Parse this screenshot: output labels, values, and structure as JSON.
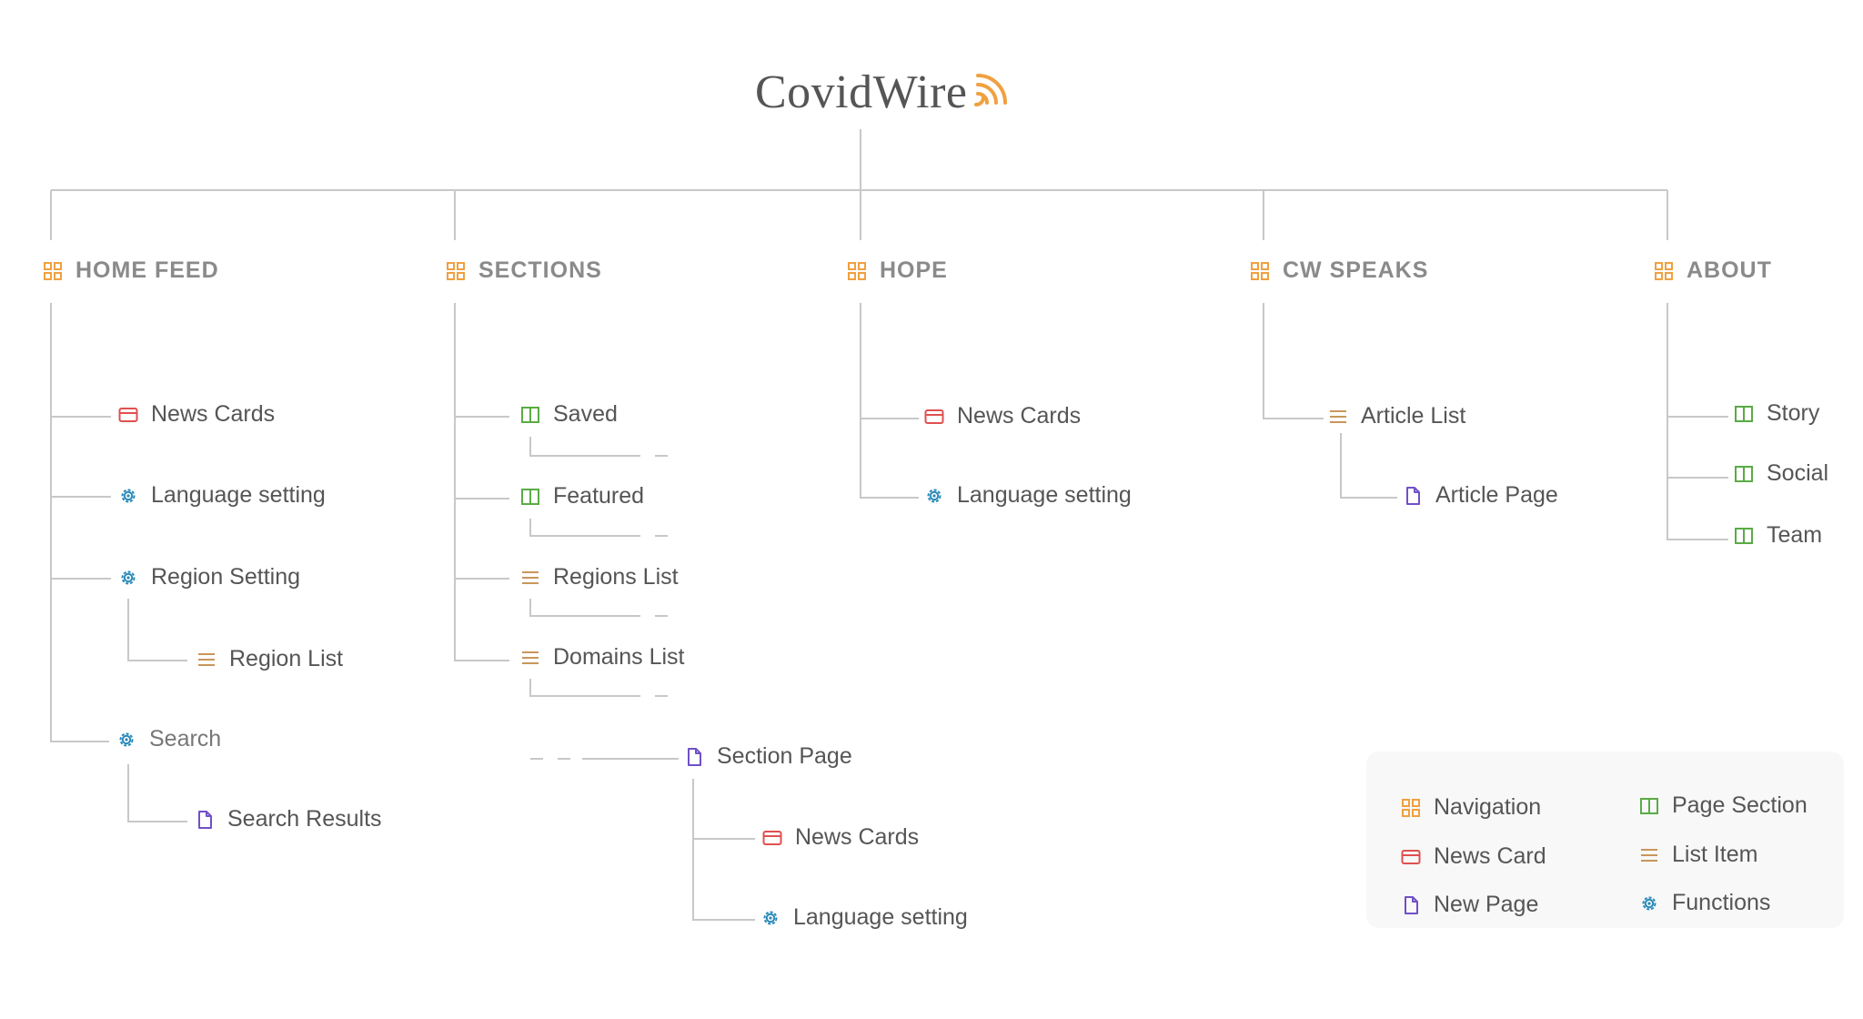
{
  "brand": {
    "name": "CovidWire",
    "accent_color": "#f0a040"
  },
  "colors": {
    "navigation": "#f0a040",
    "news_card": "#e05050",
    "new_page": "#7050c8",
    "page_section": "#5aab45",
    "list_item": "#c9965a",
    "functions": "#2888b8",
    "line": "#c8c8c8"
  },
  "columns": {
    "home_feed": {
      "label": "HOME FEED",
      "news_cards": "News Cards",
      "language_setting": "Language setting",
      "region_setting": "Region Setting",
      "region_list": "Region List",
      "search": "Search",
      "search_results": "Search Results"
    },
    "sections": {
      "label": "SECTIONS",
      "saved": "Saved",
      "featured": "Featured",
      "regions_list": "Regions List",
      "domains_list": "Domains List",
      "section_page": "Section Page",
      "section_news_cards": "News Cards",
      "section_language_setting": "Language setting"
    },
    "hope": {
      "label": "HOPE",
      "news_cards": "News Cards",
      "language_setting": "Language setting"
    },
    "cw_speaks": {
      "label": "CW SPEAKS",
      "article_list": "Article List",
      "article_page": "Article Page"
    },
    "about": {
      "label": "ABOUT",
      "story": "Story",
      "social": "Social",
      "team": "Team"
    }
  },
  "legend": {
    "navigation": "Navigation",
    "news_card": "News Card",
    "new_page": "New Page",
    "page_section": "Page Section",
    "list_item": "List Item",
    "functions": "Functions"
  },
  "icons": {
    "navigation": "grid-icon",
    "news_card": "card-icon",
    "new_page": "page-icon",
    "page_section": "columns-icon",
    "list_item": "list-icon",
    "functions": "gear-icon"
  }
}
